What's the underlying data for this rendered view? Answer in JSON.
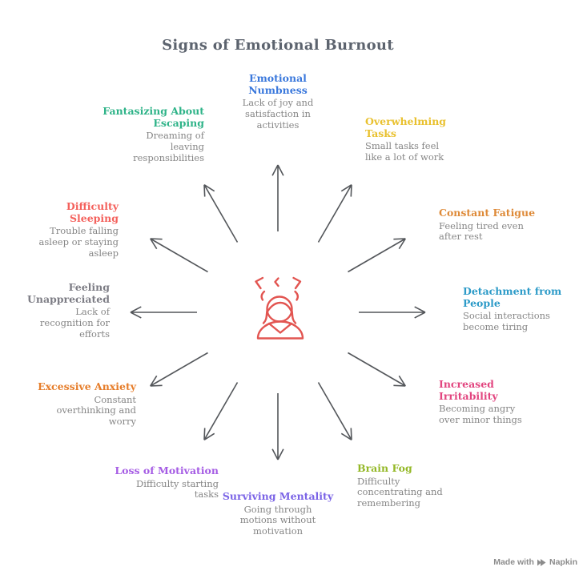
{
  "title": "Signs of Emotional Burnout",
  "colors": {
    "title": "#5c636e",
    "description": "#868686",
    "arrow": "#53565a",
    "center_icon": "#e25551",
    "watermark": "#8c8c8c"
  },
  "center_icon": "stressed-person-icon",
  "items": [
    {
      "label": "Emotional\nNumbness",
      "description": "Lack of joy and\nsatisfaction in\nactivities",
      "color": "#3a78dc"
    },
    {
      "label": "Overwhelming\nTasks",
      "description": "Small tasks feel\nlike a lot of work",
      "color": "#e9c12f"
    },
    {
      "label": "Constant Fatigue",
      "description": "Feeling tired even\nafter rest",
      "color": "#de8a38"
    },
    {
      "label": "Detachment from\nPeople",
      "description": "Social interactions\nbecome tiring",
      "color": "#2d9bc8"
    },
    {
      "label": "Increased\nIrritability",
      "description": "Becoming angry\nover minor things",
      "color": "#e2457f"
    },
    {
      "label": "Brain Fog",
      "description": "Difficulty\nconcentrating and\nremembering",
      "color": "#94b827"
    },
    {
      "label": "Surviving Mentality",
      "description": "Going through\nmotions without\nmotivation",
      "color": "#7a63e6"
    },
    {
      "label": "Loss of Motivation",
      "description": "Difficulty starting\ntasks",
      "color": "#a55ce4"
    },
    {
      "label": "Excessive Anxiety",
      "description": "Constant\noverthinking and\nworry",
      "color": "#e67d2a"
    },
    {
      "label": "Feeling\nUnappreciated",
      "description": "Lack of\nrecognition for\nefforts",
      "color": "#7d7d85"
    },
    {
      "label": "Difficulty\nSleeping",
      "description": "Trouble falling\nasleep or staying\nasleep",
      "color": "#f4615c"
    },
    {
      "label": "Fantasizing About\nEscaping",
      "description": "Dreaming of\nleaving\nresponsibilities",
      "color": "#2eb388"
    }
  ],
  "watermark": {
    "prefix": "Made with",
    "brand": "Napkin"
  }
}
